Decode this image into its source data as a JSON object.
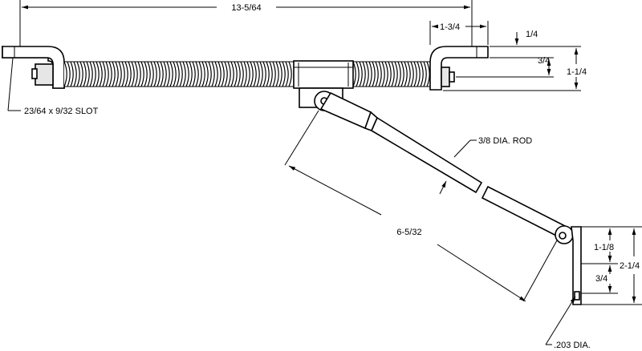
{
  "dimensions": {
    "overall_length": "13-5/64",
    "bracket_width": "1-3/4",
    "top_offset": "1/4",
    "bolt_offset": "3/4",
    "bracket_height": "1-1/4",
    "slot": "23/64 x 9/32 SLOT",
    "rod_diameter": "3/8 DIA. ROD",
    "rod_length": "6-5/32",
    "lower_hole_spacing": "1-1/8",
    "lower_hole_offset": "3/4",
    "lower_bracket_height": "2-1/4",
    "hole_diameter": ".203 DIA."
  },
  "colors": {
    "line": "#000000",
    "fill": "#ffffff",
    "shade": "#e6e6e6"
  }
}
